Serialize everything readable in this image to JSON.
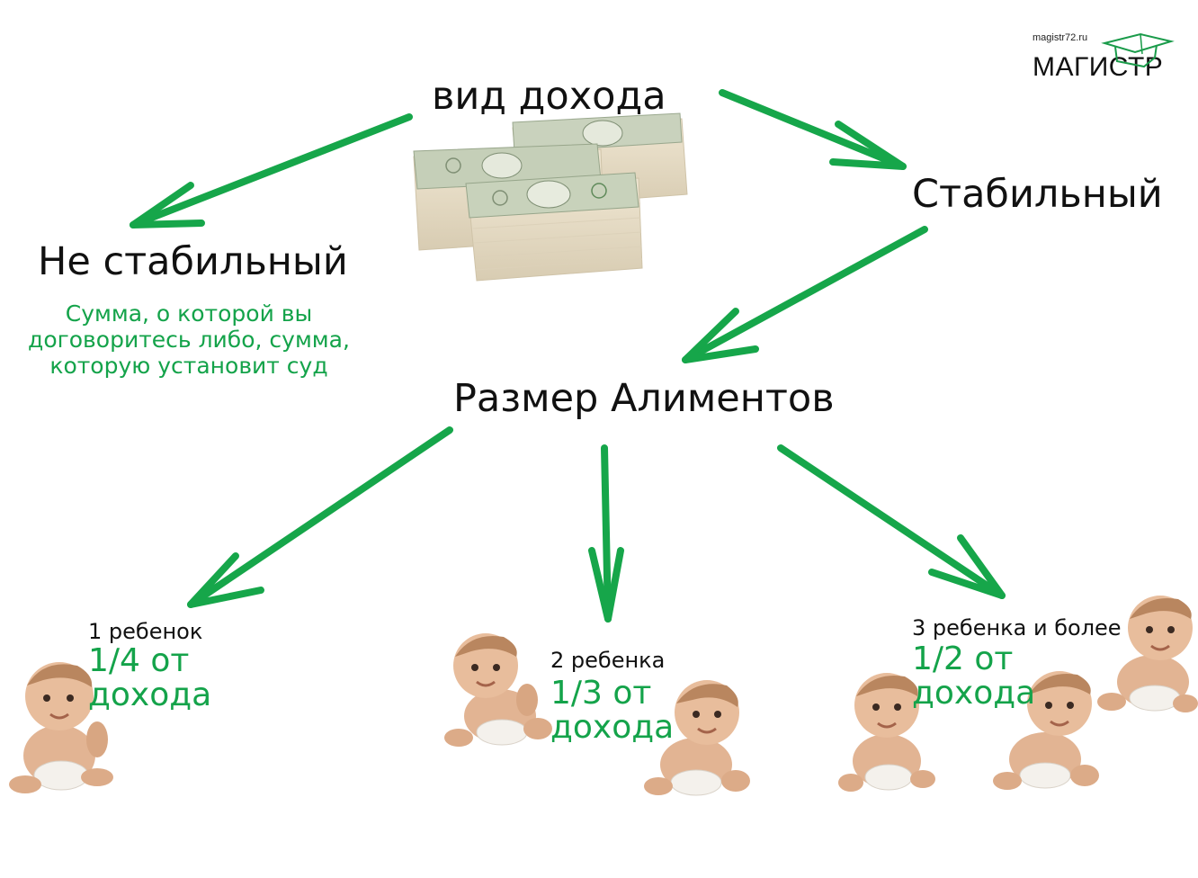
{
  "logo": {
    "site": "magistr72.ru",
    "name": "МАГИСТР"
  },
  "diagram": {
    "root": "вид дохода",
    "stable": "Стабильный",
    "unstable": "Не стабильный",
    "unstable_note": "Сумма, о которой вы договоритесь либо, сумма, которую установит суд",
    "alimony_size": "Размер Алиментов",
    "options": [
      {
        "count": "1 ребенок",
        "share": "1/4 от дохода"
      },
      {
        "count": "2 ребенка",
        "share": "1/3 от дохода"
      },
      {
        "count": "3 ребенка и более",
        "share": "1/2 от дохода"
      }
    ]
  },
  "colors": {
    "arrow": "#16a64a",
    "accent_text": "#14a34a",
    "text": "#111111"
  },
  "icons": [
    "graduation-cap-icon",
    "money-stack-icon",
    "baby-icon"
  ]
}
